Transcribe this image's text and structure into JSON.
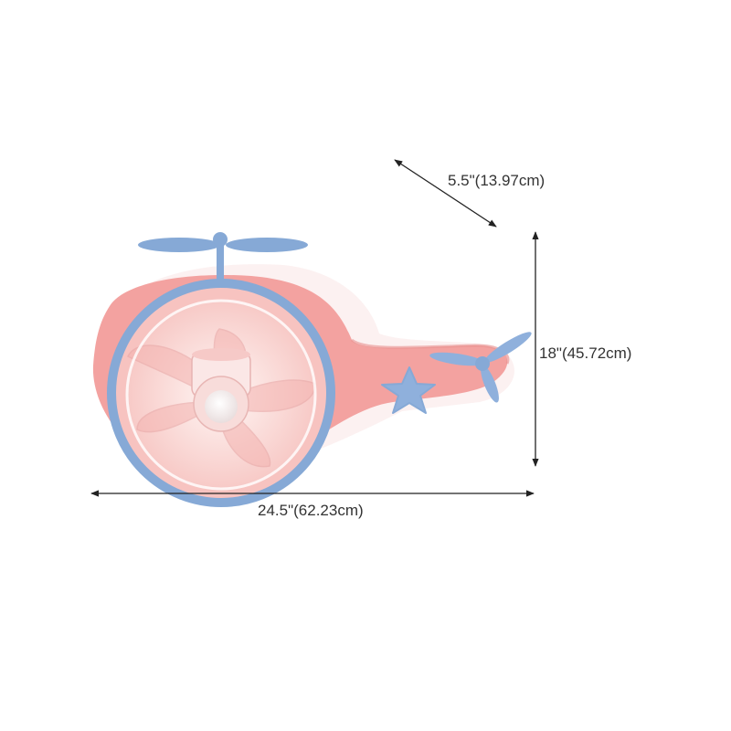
{
  "product": {
    "colors": {
      "body": "#f3a2a0",
      "body_shadow": "#e58a8a",
      "ring": "#86a9d6",
      "accent_blue": "#8fb0dc",
      "glow": "#fdeeee",
      "arrow": "#222222",
      "label": "#333333"
    }
  },
  "dimensions": {
    "depth": "5.5\"(13.97cm)",
    "height": "18\"(45.72cm)",
    "width": "24.5\"(62.23cm)"
  }
}
